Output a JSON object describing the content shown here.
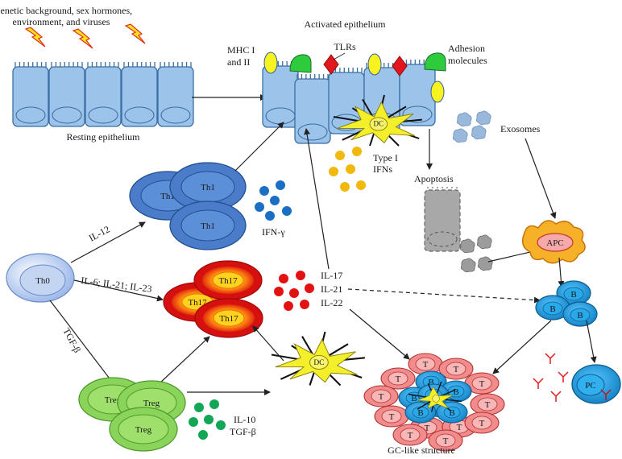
{
  "labels": {
    "trigger_line1": "Genetic background, sex hormones,",
    "trigger_line2": "environment, and viruses",
    "resting_epithelium": "Resting epithelium",
    "activated_epithelium": "Activated epithelium",
    "mhc_line1": "MHC I",
    "mhc_line2": "and II",
    "tlrs": "TLRs",
    "adhesion_line1": "Adhesion",
    "adhesion_line2": "molecules",
    "exosomes": "Exosomes",
    "apoptosis": "Apoptosis",
    "type1_line1": "Type I",
    "type1_line2": "IFNs",
    "ifn_gamma": "IFN-γ",
    "il12": "IL-12",
    "il6": "IL-6; IL-21; IL-23",
    "tgf_beta_arrow": "TGF-β",
    "il17": "IL-17",
    "il21": "IL-21",
    "il22": "IL-22",
    "il10": "IL-10",
    "tgf_beta_treg": "TGF-β",
    "gc_structure": "GC-like structure"
  },
  "cells": {
    "th0": "Th0",
    "th1": "Th1",
    "th17": "Th17",
    "treg": "Treg",
    "dc": "DC",
    "apc": "APC",
    "b": "B",
    "t": "T",
    "pc": "PC"
  },
  "colors": {
    "epithelium": "#9cc3ea",
    "epithelium_stroke": "#3b6fa3",
    "th1": "#4a7cc9",
    "th17_outer": "#e31b1b",
    "th17_inner": "#ffd21f",
    "treg": "#8bd45c",
    "dc": "#f3ef2b",
    "b_cell": "#1d9be0",
    "t_cell": "#f28c8c",
    "apc": "#f6b128",
    "mhc": "#f6f31e",
    "tlr": "#e3161d",
    "adhesion": "#2ecc3d",
    "ifn_gamma_dots": "#1a6fc4",
    "il17_dots": "#e31212",
    "type1_dots": "#f2b90c",
    "il10_dots": "#12a757",
    "apoptotic": "#a8a8a8",
    "lightning": "#f9e21c",
    "antibody": "#e31b1b"
  }
}
